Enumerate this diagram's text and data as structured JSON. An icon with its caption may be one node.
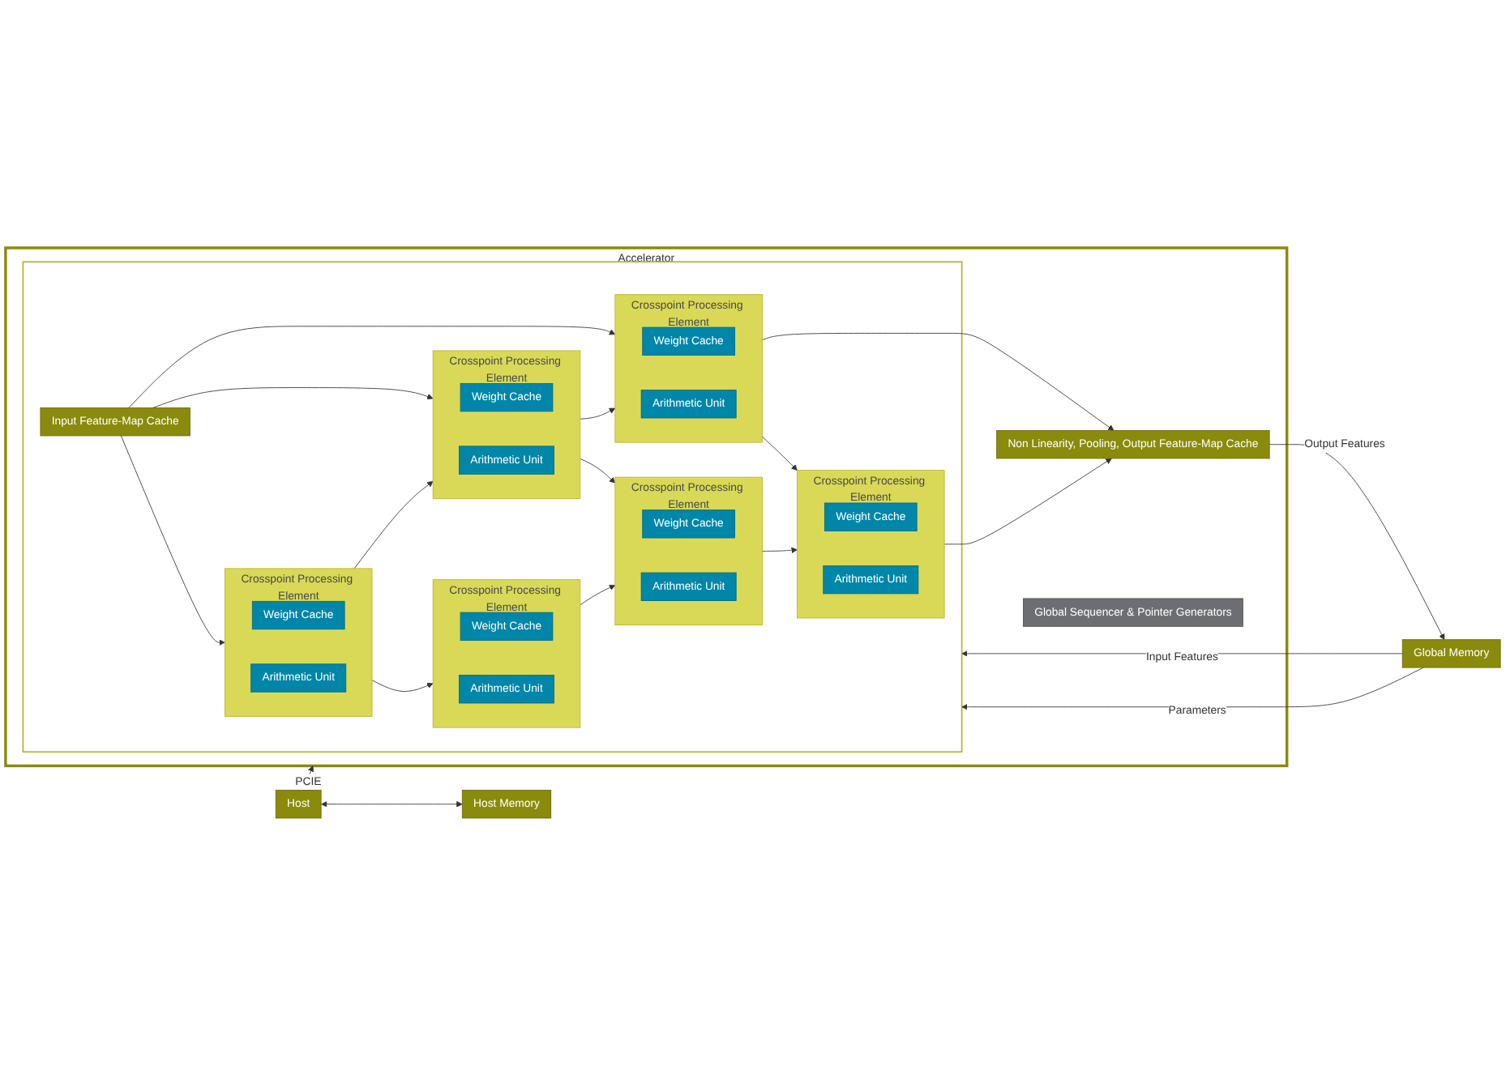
{
  "diagram": {
    "nodes": [
      {
        "text": [
          "Host"
        ]
      },
      {
        "text": [
          "Host Memory"
        ]
      },
      {
        "text": [
          "Accelerator"
        ]
      },
      {
        "text": [
          "Global Memory"
        ]
      },
      {
        "text": [
          "Non Linearity, Pooling, Output Feature-Map Cache"
        ],
        "in": 2
      },
      {
        "text": [],
        "shape": "box",
        "in": 2
      },
      {
        "text": [
          "Global Sequencer & Pointer Generators"
        ],
        "in": 2
      },
      {
        "text": [
          "Input Feature-Map Cache"
        ],
        "in": 5
      },
      {
        "text": [
          "Crosspoint Processing Element"
        ],
        "in": 5
      },
      {
        "text": [
          "Weight Cache"
        ],
        "in": 8
      },
      {
        "text": [
          "Arithmetic Unit"
        ],
        "in": 8
      },
      {
        "text": [
          "Crosspoint Processing Element"
        ],
        "in": 5
      },
      {
        "text": [
          "Weight Cache"
        ],
        "in": 11
      },
      {
        "text": [
          "Arithmetic Unit"
        ],
        "in": 11
      },
      {
        "text": [
          "Crosspoint Processing Element"
        ],
        "in": 5
      },
      {
        "text": [
          "Weight Cache"
        ],
        "in": 14
      },
      {
        "text": [
          "Arithmetic Unit"
        ],
        "in": 14
      },
      {
        "text": [
          "Crosspoint Processing Element"
        ],
        "in": 5
      },
      {
        "text": [
          "Weight Cache"
        ],
        "in": 17
      },
      {
        "text": [
          "Arithmetic Unit"
        ],
        "in": 17
      },
      {
        "text": [
          "Crosspoint Processing Element"
        ],
        "in": 5
      },
      {
        "text": [
          "Weight Cache"
        ],
        "in": 20
      },
      {
        "text": [
          "Arithmetic Unit"
        ],
        "in": 20
      },
      {
        "text": [
          "Crosspoint Processing Element"
        ],
        "in": 5
      },
      {
        "text": [
          "Weight Cache"
        ],
        "in": 23
      },
      {
        "text": [
          "Arithmetic Unit"
        ],
        "in": 23
      }
    ],
    "edges": [
      {
        "from": 0,
        "to": 1,
        "arrow": "both"
      },
      {
        "from": 0,
        "to": 2,
        "arrow": "both",
        "label": "PCIE"
      },
      {
        "from": 4,
        "to": 3,
        "arrow": "to",
        "label": "Output Features"
      },
      {
        "from": 3,
        "to": 5,
        "arrow": "to",
        "label": "Input Features"
      },
      {
        "from": 3,
        "to": 5,
        "arrow": "to",
        "label": "Parameters"
      },
      {
        "from": 7,
        "to": 8,
        "arrow": "to"
      },
      {
        "from": 7,
        "to": 14,
        "arrow": "to"
      },
      {
        "from": 7,
        "to": 20,
        "arrow": "to"
      },
      {
        "from": 8,
        "to": 11,
        "arrow": "to"
      },
      {
        "from": 14,
        "to": 17,
        "arrow": "to"
      },
      {
        "from": 20,
        "to": 23,
        "arrow": "to"
      },
      {
        "from": 20,
        "to": 14,
        "arrow": "to"
      },
      {
        "from": 14,
        "to": 8,
        "arrow": "to"
      },
      {
        "from": 23,
        "to": 17,
        "arrow": "to"
      },
      {
        "from": 17,
        "to": 11,
        "arrow": "to"
      },
      {
        "from": 8,
        "to": 4,
        "arrow": "to"
      },
      {
        "from": 11,
        "to": 4,
        "arrow": "to"
      }
    ]
  }
}
